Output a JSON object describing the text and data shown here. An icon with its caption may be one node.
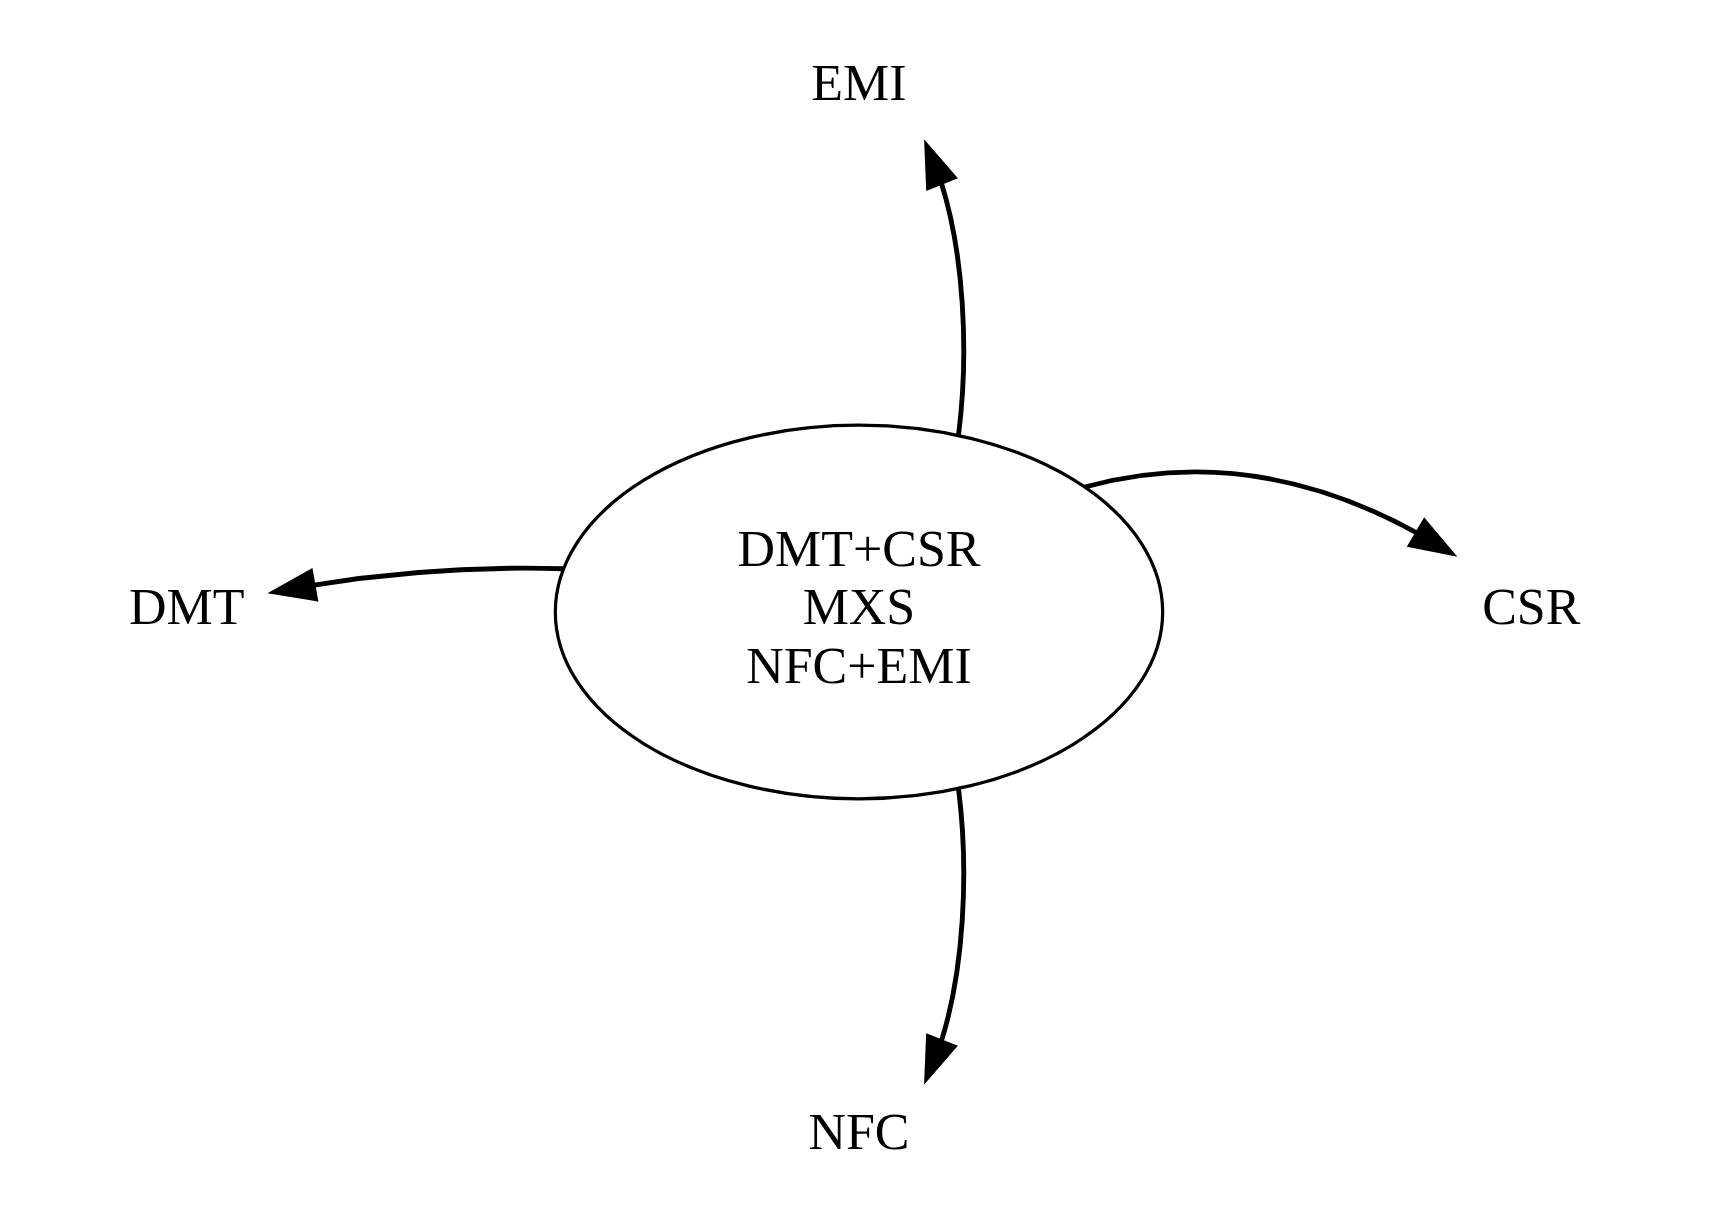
{
  "diagram": {
    "nodes": [
      {
        "text": [
          "EMI"
        ]
      },
      {
        "text": [
          "DMT+CSR",
          "MXS",
          "NFC+EMI"
        ]
      },
      {
        "text": [
          "DMT"
        ]
      },
      {
        "text": [
          "CSR"
        ]
      },
      {
        "text": [
          "NFC"
        ]
      }
    ],
    "edges": [
      {
        "from": 1,
        "to": 0,
        "arrow": "to"
      },
      {
        "from": 1,
        "to": 2,
        "arrow": "to"
      },
      {
        "from": 1,
        "to": 3,
        "arrow": "to"
      },
      {
        "from": 1,
        "to": 4,
        "arrow": "to"
      }
    ]
  }
}
